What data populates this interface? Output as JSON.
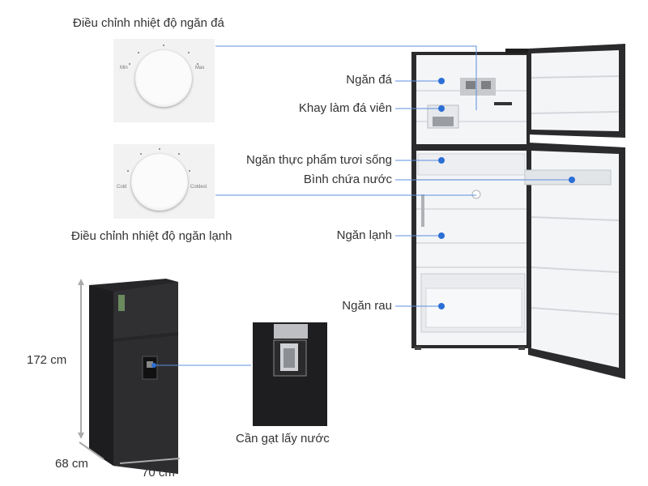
{
  "freezer_control": {
    "title": "Điều chỉnh nhiệt độ ngăn đá",
    "min_label": "Min",
    "max_label": "Max"
  },
  "fridge_control": {
    "title": "Điều chỉnh nhiệt độ ngăn lạnh",
    "cold_label": "Cold",
    "coldest_label": "Coldest"
  },
  "callouts": {
    "freezer": "Ngăn đá",
    "ice_tray": "Khay làm đá viên",
    "fresh_food": "Ngăn thực phẩm tươi sống",
    "water_tank": "Bình chứa nước",
    "fridge": "Ngăn lạnh",
    "vegetable": "Ngăn rau",
    "water_lever": "Cần gạt lấy nước"
  },
  "dimensions": {
    "height": "172 cm",
    "depth": "68 cm",
    "width": "70 cm"
  },
  "colors": {
    "callout_dot": "#2b6fd6",
    "fridge_body": "#2b2b2d",
    "interior": "#f4f5f7"
  }
}
